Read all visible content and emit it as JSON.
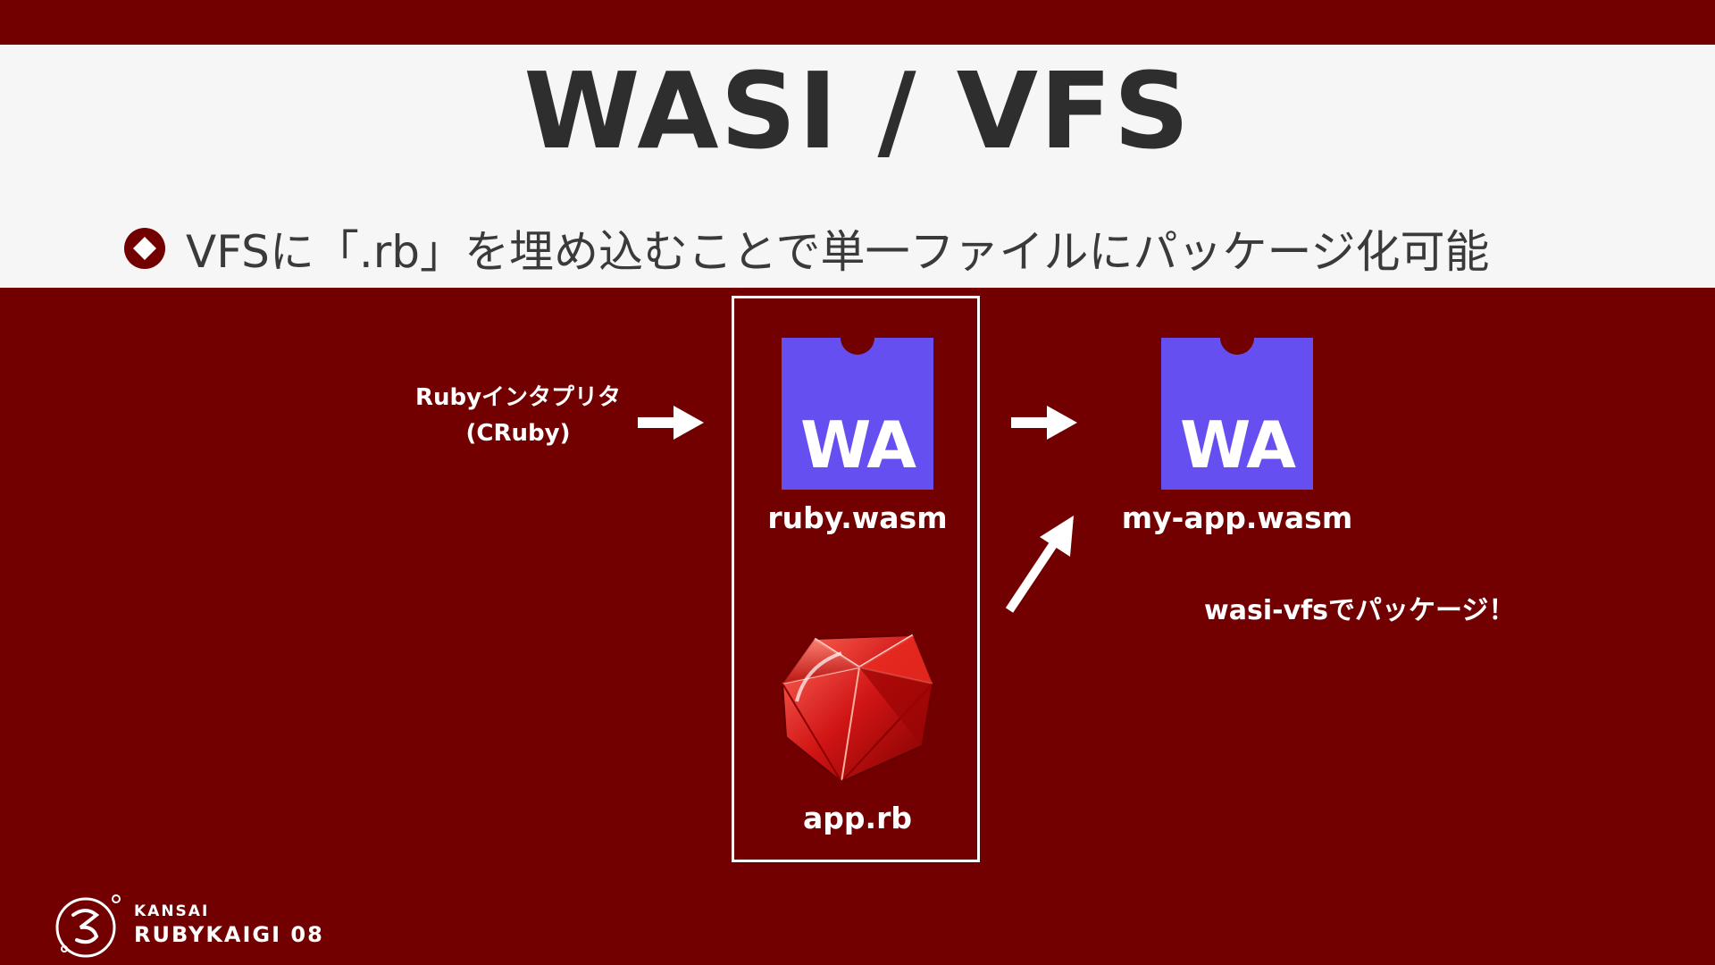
{
  "slide": {
    "title": "WASI / VFS",
    "bullet": "VFSに「.rb」を埋め込むことで単一ファイルにパッケージ化可能"
  },
  "diagram": {
    "interpreter_label_line1": "Rubyインタプリタ",
    "interpreter_label_line2": "(CRuby)",
    "ruby_wasm_logo_text": "WA",
    "ruby_wasm_label": "ruby.wasm",
    "app_rb_label": "app.rb",
    "my_app_wasm_logo_text": "WA",
    "my_app_wasm_label": "my-app.wasm",
    "vfs_note": "wasi-vfsでパッケージ！"
  },
  "footer": {
    "kansai": "KANSAI",
    "event": "RUBYKAIGI 08"
  },
  "colors": {
    "background": "#720000",
    "header_band": "#f6f6f6",
    "webassembly_purple": "#654ff0",
    "ruby_red": "#cc1010"
  },
  "icons": [
    "bullet-diamond-icon",
    "arrow-right-icon",
    "arrow-up-right-icon",
    "webassembly-logo-icon",
    "ruby-gem-icon",
    "rubykaigi-logo-icon"
  ]
}
